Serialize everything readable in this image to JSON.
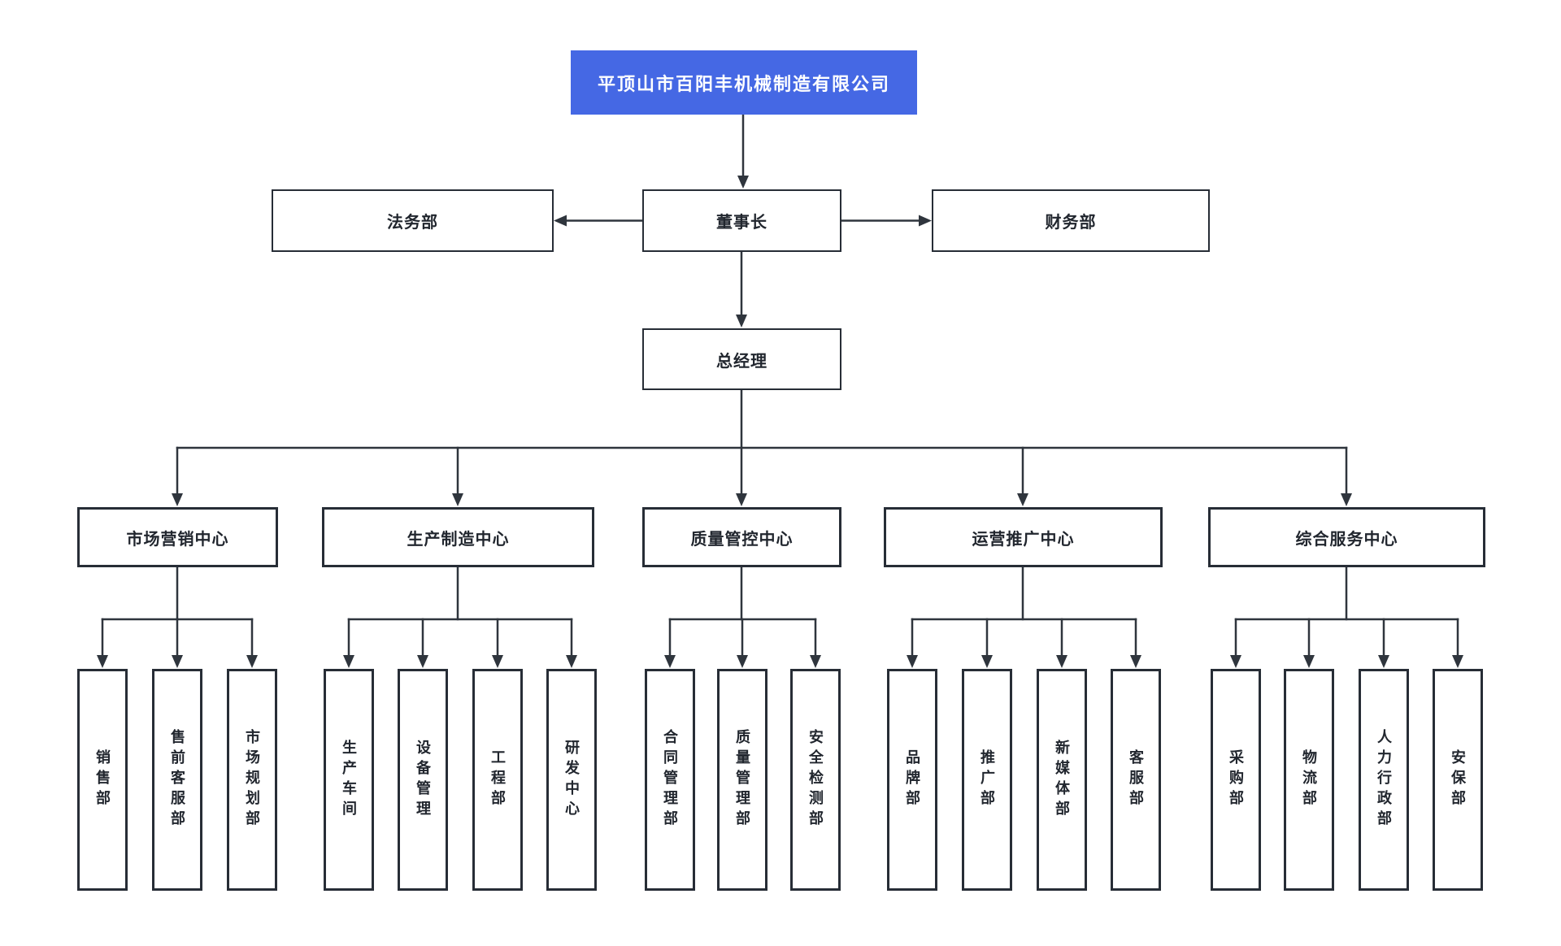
{
  "org": {
    "root": "平顶山市百阳丰机械制造有限公司",
    "executives": {
      "legal": "法务部",
      "chairman": "董事长",
      "finance": "财务部",
      "general_manager": "总经理"
    },
    "centers": [
      "市场营销中心",
      "生产制造中心",
      "质量管控中心",
      "运营推广中心",
      "综合服务中心"
    ],
    "departments": {
      "marketing": [
        "销售部",
        "售前客服部",
        "市场规划部"
      ],
      "production": [
        "生产车间",
        "设备管理",
        "工程部",
        "研发中心"
      ],
      "quality": [
        "合同管理部",
        "质量管理部",
        "安全检测部"
      ],
      "operations": [
        "品牌部",
        "推广部",
        "新媒体部",
        "客服部"
      ],
      "services": [
        "采购部",
        "物流部",
        "人力行政部",
        "安保部"
      ]
    },
    "colors": {
      "root_bg": "#4568e4",
      "root_text": "#ffffff",
      "box_border": "#272d36",
      "box_text": "#21262e",
      "line": "#2f353d"
    }
  }
}
